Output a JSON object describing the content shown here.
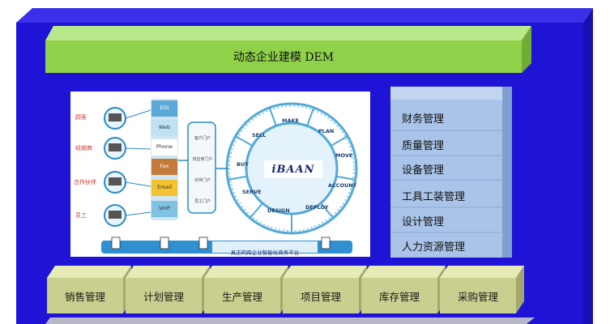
{
  "colors": {
    "frame_blue": "#1f13d6",
    "frame_top": "#2a20e0",
    "banner_green": "#8fd24a",
    "banner_green_top": "#b5e683",
    "side_block": "#a9c4e8",
    "side_block_side": "#7f9fcf",
    "bottom_box": "#c9cf8e",
    "bottom_box_top": "#e6ebb8",
    "ring": "#53a9d8"
  },
  "banner": {
    "title": "动态企业建模 DEM"
  },
  "right_modules": [
    "财务管理",
    "质量管理",
    "设备管理",
    "工具工装管理",
    "设计管理",
    "人力资源管理"
  ],
  "bottom_modules": [
    "销售管理",
    "计划管理",
    "生产管理",
    "项目管理",
    "库存管理",
    "采购管理"
  ],
  "panel": {
    "left_labels": [
      "顾客",
      "经销商",
      "合作伙伴",
      "员工"
    ],
    "channels": [
      "EDI",
      "Web",
      "Phone",
      "Fax",
      "Email",
      "VoIP"
    ],
    "portals": [
      "客户门户",
      "供应商门户",
      "伙伴门户",
      "员工门户"
    ],
    "ring_labels": [
      "MAKE",
      "PLAN",
      "MOVE",
      "ACCOUNT",
      "DEPLOY",
      "DESIGN",
      "SERVE",
      "BUY",
      "SELL"
    ],
    "center_logo": "iBAAN",
    "platform_caption": "真正的跨企业智能化商务平台"
  }
}
